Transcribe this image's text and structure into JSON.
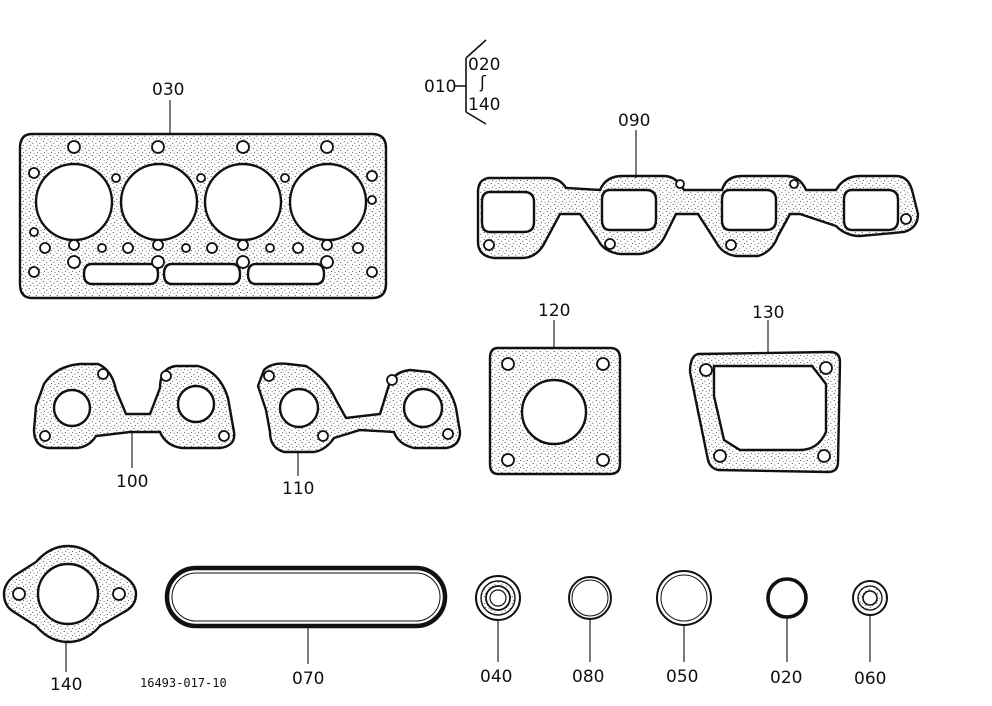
{
  "diagram": {
    "drawing_code": "16493-017-10",
    "kit": {
      "label": "010",
      "range_start": "020",
      "range_separator": "ʃ",
      "range_end": "140"
    },
    "parts": [
      {
        "key": "p030",
        "label": "030",
        "icon": "cylinder-head-gasket-icon"
      },
      {
        "key": "p090",
        "label": "090",
        "icon": "manifold-gasket-icon"
      },
      {
        "key": "p100",
        "label": "100",
        "icon": "exhaust-port-gasket-icon"
      },
      {
        "key": "p110",
        "label": "110",
        "icon": "exhaust-port-gasket-icon"
      },
      {
        "key": "p120",
        "label": "120",
        "icon": "square-flange-gasket-icon"
      },
      {
        "key": "p130",
        "label": "130",
        "icon": "cover-gasket-icon"
      },
      {
        "key": "p140",
        "label": "140",
        "icon": "oval-flange-gasket-icon"
      },
      {
        "key": "p070",
        "label": "070",
        "icon": "rubber-seal-ring-icon"
      },
      {
        "key": "p040",
        "label": "040",
        "icon": "oil-seal-icon"
      },
      {
        "key": "p080",
        "label": "080",
        "icon": "washer-ring-icon"
      },
      {
        "key": "p050",
        "label": "050",
        "icon": "washer-ring-icon"
      },
      {
        "key": "p020",
        "label": "020",
        "icon": "o-ring-icon"
      },
      {
        "key": "p060",
        "label": "060",
        "icon": "valve-seal-icon"
      }
    ]
  }
}
